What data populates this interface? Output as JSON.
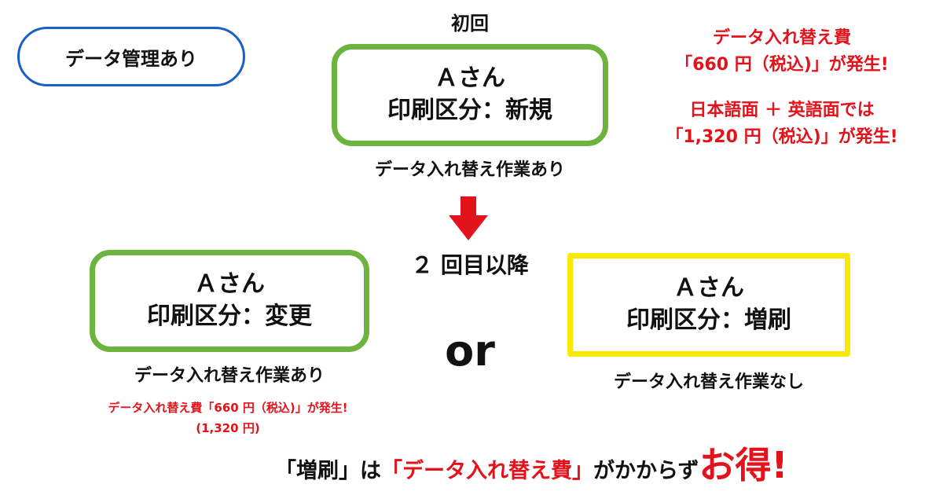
{
  "colors": {
    "accent_red": "#e3131b",
    "green_border": "#6cb33f",
    "yellow_border": "#f7ea00",
    "blue_border": "#1a5fc8"
  },
  "pill": {
    "label": "データ管理あり"
  },
  "first": {
    "heading": "初回",
    "person": "Ａさん",
    "category": "印刷区分：新規",
    "caption": "データ入れ替え作業あり"
  },
  "fee_note": {
    "line1": "データ入れ替え費",
    "line2": "「660 円（税込)」が発生!",
    "line3": "日本語面 ＋ 英語面では",
    "line4": "「1,320 円（税込)」が発生!"
  },
  "second": {
    "heading": "２ 回目以降",
    "or": "or"
  },
  "change": {
    "person": "Ａさん",
    "category": "印刷区分：変更",
    "caption": "データ入れ替え作業あり",
    "fee_line": "データ入れ替え費「660 円（税込)」が発生!",
    "fee_sub": "(1,320 円)"
  },
  "reprint": {
    "person": "Ａさん",
    "category": "印刷区分：増刷",
    "caption": "データ入れ替え作業なし"
  },
  "bottom": {
    "part1": "「増刷」は",
    "part2": "「データ入れ替え費」",
    "part3": "がかからず",
    "part4": "お得!"
  },
  "icons": {
    "down_arrow": "down-arrow-icon"
  }
}
